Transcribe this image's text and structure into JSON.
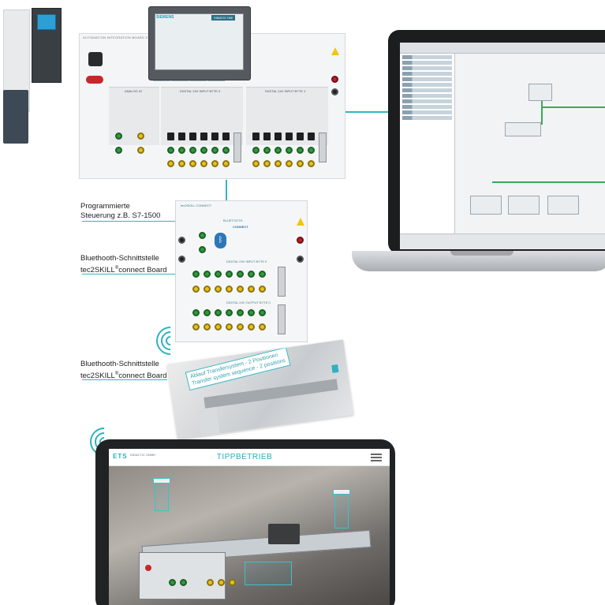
{
  "plc_board": {
    "header": "AUTOMATION INTEGRATION BOARD S7-1500",
    "hmi_brand": "SIEMENS",
    "hmi_title": "SIMATIC HMI",
    "strip_left": "ANALOG IO",
    "strip_mid": "DIGITAL 24V INPUT BYTE 0",
    "strip_right": "DIGITAL 24V INPUT BYTE 1"
  },
  "connect_board": {
    "header": "tec2SKILL CONNECT",
    "bt_label": "BLUETOOTH",
    "section_1": "DIGITAL 24V INPUT BYTE 0",
    "section_2": "DIGITAL 24V OUTPUT BYTE 0",
    "connect_logo": "CONNECT"
  },
  "labels": {
    "plc_line1": "Programmierte",
    "plc_line2": "Steuerung z.B. S7-1500",
    "bt1_line1": "Bluethooth-Schnittstelle",
    "bt1_line2_a": "tec2SKILL",
    "bt1_line2_b": "connect Board",
    "bt2_line1": "Bluethooth-Schnittstelle",
    "bt2_line2_a": "tec2SKILL",
    "bt2_line2_b": "connect Board",
    "reg": "®"
  },
  "ar_card": {
    "tag_line1": "Ablauf Transfersystem - 2 Positionen",
    "tag_line2": "Transfer system sequence - 2 positions"
  },
  "tablet": {
    "logo": "ETS",
    "logo_sub": "DIDACTIC GMBH",
    "title": "TIPPBETRIEB"
  },
  "colors": {
    "accent": "#33b5c1"
  }
}
